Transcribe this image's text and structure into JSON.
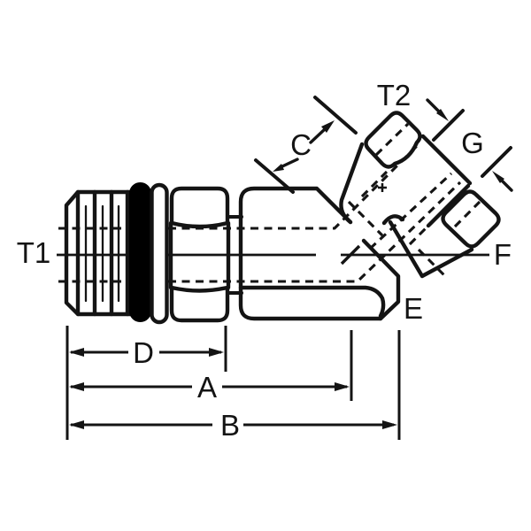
{
  "drawing": {
    "description": "Engineering line drawing of a 45-degree hydraulic elbow adapter fitting: male O-ring boss thread on the left, 45-degree female swivel nut upper right, with dimension callouts",
    "colors": {
      "line": "#141414",
      "background": "#ffffff",
      "o_ring": "#000000"
    },
    "labels": {
      "thread1": "T1",
      "thread2": "T2",
      "dim_c": "C",
      "dim_g": "G",
      "dim_f": "F",
      "dim_e": "E",
      "dim_d": "D",
      "dim_a": "A",
      "dim_b": "B"
    }
  }
}
